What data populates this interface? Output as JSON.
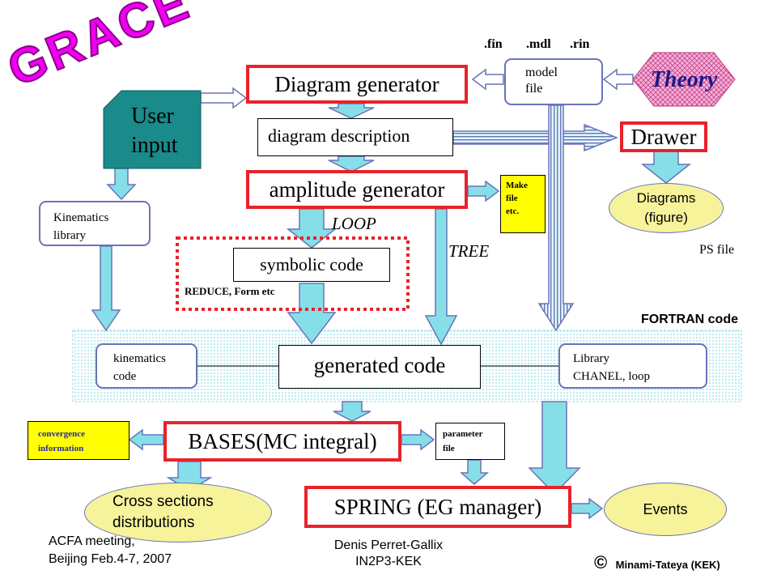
{
  "logo": {
    "text": "GRACE"
  },
  "theory": {
    "label": "Theory"
  },
  "extensions": {
    "fin": ".fin",
    "mdl": ".mdl",
    "rin": ".rin"
  },
  "model_file": {
    "line1": "model",
    "line2": "file"
  },
  "diagram_generator": {
    "label": "Diagram generator"
  },
  "user_input": {
    "line1": "User",
    "line2": "input"
  },
  "diagram_description": {
    "label": "diagram description"
  },
  "drawer": {
    "label": "Drawer"
  },
  "amplitude_generator": {
    "label": "amplitude generator"
  },
  "makefile": {
    "line1": "Make",
    "line2": "file",
    "line3": "etc."
  },
  "diagrams_figure": {
    "line1": "Diagrams",
    "line2": "(figure)"
  },
  "ps_file": {
    "label": "PS file"
  },
  "kinematics_library": {
    "line1": "Kinematics",
    "line2": "library"
  },
  "loop_label": {
    "text": "LOOP"
  },
  "tree_label": {
    "text": "TREE"
  },
  "symbolic_code": {
    "label": "symbolic code"
  },
  "reduce_form": {
    "text": "REDUCE, Form  etc"
  },
  "fortran_code": {
    "text": "FORTRAN code"
  },
  "kinematics_code": {
    "line1": "kinematics",
    "line2": "code"
  },
  "generated_code": {
    "label": "generated code"
  },
  "library_chanel": {
    "line1": "Library",
    "line2": "CHANEL,  loop"
  },
  "convergence": {
    "line1": "convergence",
    "line2": "information"
  },
  "bases": {
    "label": "BASES(MC integral)"
  },
  "parameter_file": {
    "line1": "parameter",
    "line2": "file"
  },
  "cross_sections": {
    "line1": "Cross sections",
    "line2": "distributions"
  },
  "spring": {
    "label": "SPRING (EG manager)"
  },
  "events": {
    "label": "Events"
  },
  "footer": {
    "left_line1": "ACFA meeting,",
    "left_line2": "Beijing Feb.4-7, 2007",
    "center_line1": "Denis Perret-Gallix",
    "center_line2": "IN2P3-KEK",
    "copyright": "©",
    "credit": "Minami-Tateya (KEK)"
  },
  "colors": {
    "red_box": "#e8222a",
    "arrow_fill": "#86dfe8",
    "arrow_stroke": "#6a73b8",
    "user_input": "#1a8a8a",
    "yellow": "#ffff00",
    "ellipse": "#f6f39a",
    "logo": "#f000f0",
    "theory_fill": "#f4b0d8"
  }
}
